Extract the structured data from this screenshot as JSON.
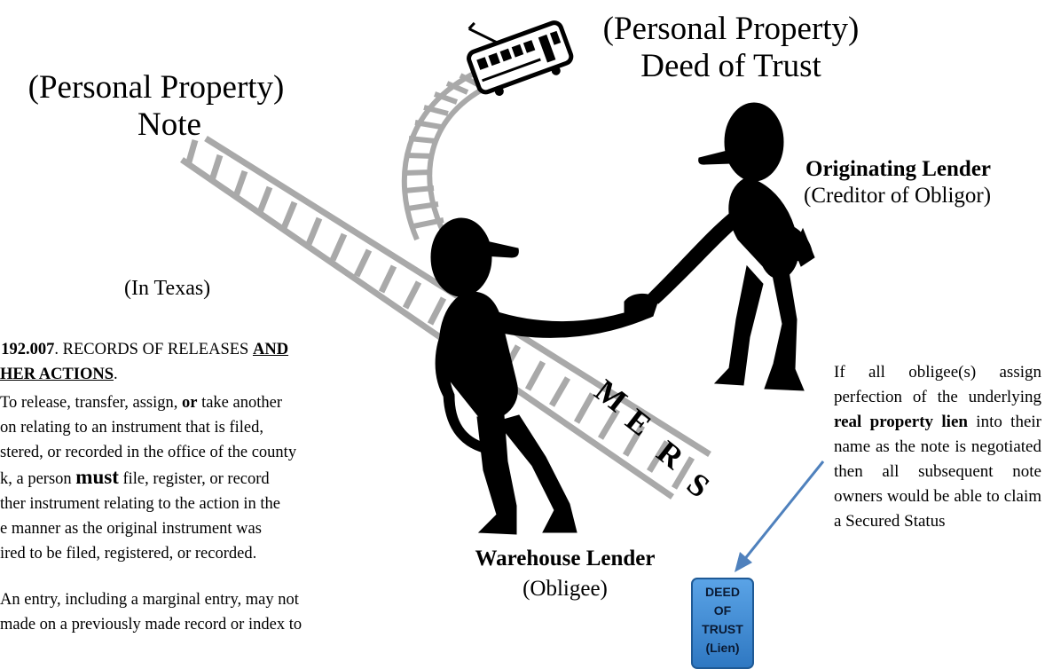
{
  "top_left_title": {
    "line1": "(Personal Property)",
    "line2": "Note"
  },
  "top_right_title": {
    "line1": "(Personal Property)",
    "line2": "Deed of Trust"
  },
  "originating_lender": {
    "name": "Originating Lender",
    "role": "(Creditor of Obligor)"
  },
  "warehouse_lender": {
    "name": "Warehouse Lender",
    "role": "(Obligee)"
  },
  "in_texas": "(In Texas)",
  "track_label": [
    "M",
    "E",
    "R",
    "S"
  ],
  "statute": {
    "heading_num": ". 192.007",
    "heading_text": ". RECORDS OF RELEASES ",
    "heading_underline_1": "AND",
    "heading_underline_2": "HER ACTIONS",
    "heading_end": ".",
    "para_a_1": " To release, transfer, assign, ",
    "para_a_or": "or",
    "para_a_2": " take another",
    "para_a_3": "on relating to an instrument that is filed,",
    "para_a_4": "stered, or recorded in the office of the county",
    "para_a_5": "k, a person ",
    "para_a_must": "must",
    "para_a_6": " file, register, or record",
    "para_a_7": "ther instrument relating to the action in the",
    "para_a_8": "e manner as the original instrument was",
    "para_a_9": "ired to be filed, registered, or recorded.",
    "para_b_1": " An entry, including a marginal entry, may not",
    "para_b_2": "made on a previously made record or index to"
  },
  "right_note": {
    "p1": "If all obligee(s) assign perfection of the underlying ",
    "bold": "real property lien",
    "p2": " into their name as the note is negotiated then all subsequent note owners would be able to claim a Secured Status"
  },
  "deed_box": {
    "line1": "DEED",
    "line2": "OF",
    "line3": "TRUST",
    "line4": "(Lien)"
  },
  "colors": {
    "track": "#a9a9a9",
    "figure": "#000000",
    "box": "#3f8cd6",
    "arrow": "#4f81bd"
  }
}
